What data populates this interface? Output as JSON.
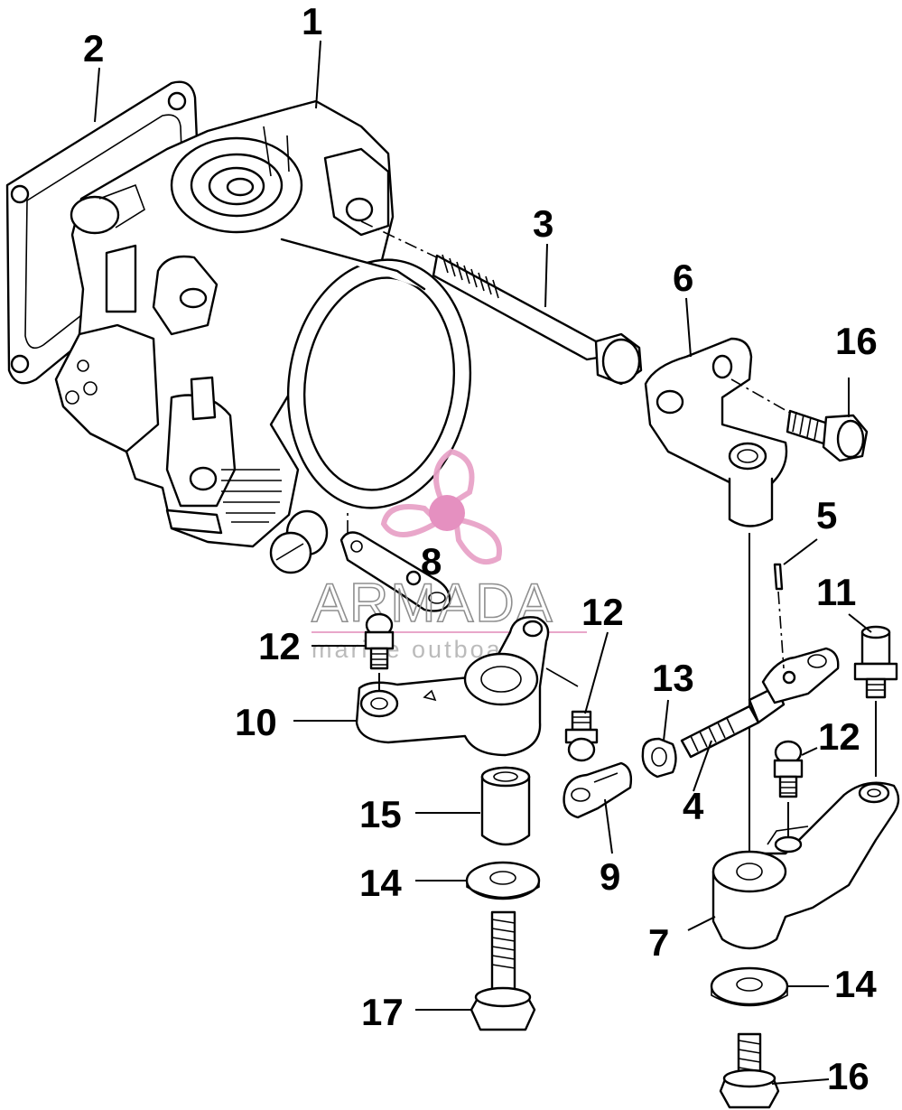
{
  "callouts": [
    {
      "id": "c1",
      "label": "1"
    },
    {
      "id": "c2",
      "label": "2"
    },
    {
      "id": "c3",
      "label": "3"
    },
    {
      "id": "c4",
      "label": "4"
    },
    {
      "id": "c5",
      "label": "5"
    },
    {
      "id": "c6",
      "label": "6"
    },
    {
      "id": "c7",
      "label": "7"
    },
    {
      "id": "c8",
      "label": "8"
    },
    {
      "id": "c9",
      "label": "9"
    },
    {
      "id": "c10",
      "label": "10"
    },
    {
      "id": "c11",
      "label": "11"
    },
    {
      "id": "c12a",
      "label": "12"
    },
    {
      "id": "c12b",
      "label": "12"
    },
    {
      "id": "c12c",
      "label": "12"
    },
    {
      "id": "c13",
      "label": "13"
    },
    {
      "id": "c14a",
      "label": "14"
    },
    {
      "id": "c14b",
      "label": "14"
    },
    {
      "id": "c15",
      "label": "15"
    },
    {
      "id": "c16a",
      "label": "16"
    },
    {
      "id": "c16b",
      "label": "16"
    },
    {
      "id": "c17",
      "label": "17"
    }
  ],
  "watermark": {
    "brand": "ARMADA",
    "tagline": "marine outboards",
    "logo_color": "#e8a3c8",
    "logo_center_color": "#e48bbd"
  }
}
